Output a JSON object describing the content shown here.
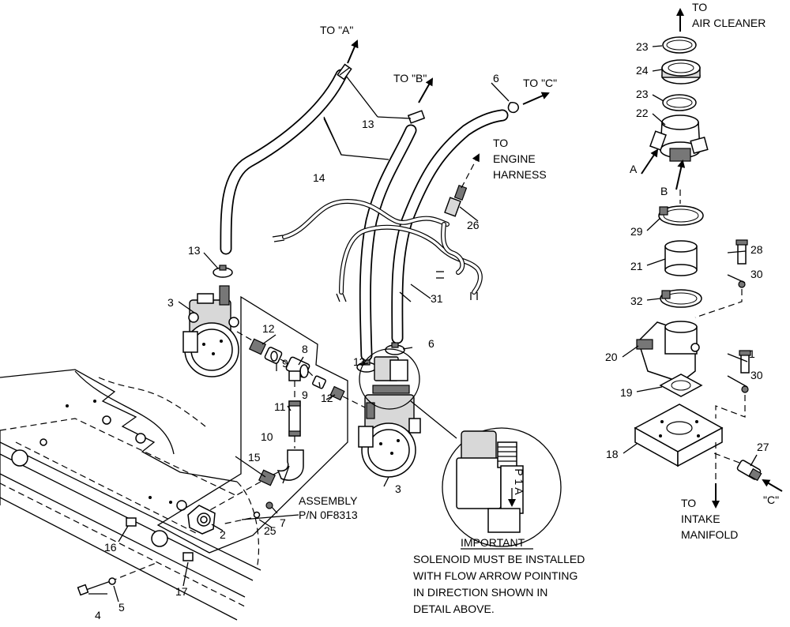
{
  "callouts": {
    "to_a": "TO \"A\"",
    "to_b": "TO \"B\"",
    "to_c": "TO \"C\"",
    "to_engine_harness_1": "TO",
    "to_engine_harness_2": "ENGINE",
    "to_engine_harness_3": "HARNESS",
    "to_air_cleaner_1": "TO",
    "to_air_cleaner_2": "AIR CLEANER",
    "to_intake_1": "TO",
    "to_intake_2": "INTAKE",
    "to_intake_3": "MANIFOLD",
    "letter_a": "A",
    "letter_b": "B",
    "letter_c": "\"C\""
  },
  "assembly": {
    "line1": "ASSEMBLY",
    "line2": "P/N 0F8313"
  },
  "important_note": {
    "heading": "IMPORTANT",
    "line1": "SOLENOID MUST BE INSTALLED",
    "line2": "WITH FLOW ARROW POINTING",
    "line3": "IN DIRECTION SHOWN IN",
    "line4": "DETAIL ABOVE."
  },
  "part_numbers": {
    "p1": "1",
    "p2": "2",
    "p3a": "3",
    "p3b": "3",
    "p4": "4",
    "p5": "5",
    "p6a": "6",
    "p6b": "6",
    "p7": "7",
    "p8": "8",
    "p9a": "9",
    "p9b": "9",
    "p10": "10",
    "p11": "11",
    "p12a": "12",
    "p12b": "12",
    "p13a": "13",
    "p13b": "13",
    "p13c": "13",
    "p14": "14",
    "p15": "15",
    "p16": "16",
    "p17": "17",
    "p18": "18",
    "p19": "19",
    "p20": "20",
    "p21": "21",
    "p22": "22",
    "p23a": "23",
    "p23b": "23",
    "p24": "24",
    "p25": "25",
    "p26": "26",
    "p27": "27",
    "p28": "28",
    "p29": "29",
    "p30a": "30",
    "p30b": "30",
    "p31": "31",
    "p32": "32"
  },
  "detail_marks": {
    "flow_letters": "P 1 A"
  }
}
